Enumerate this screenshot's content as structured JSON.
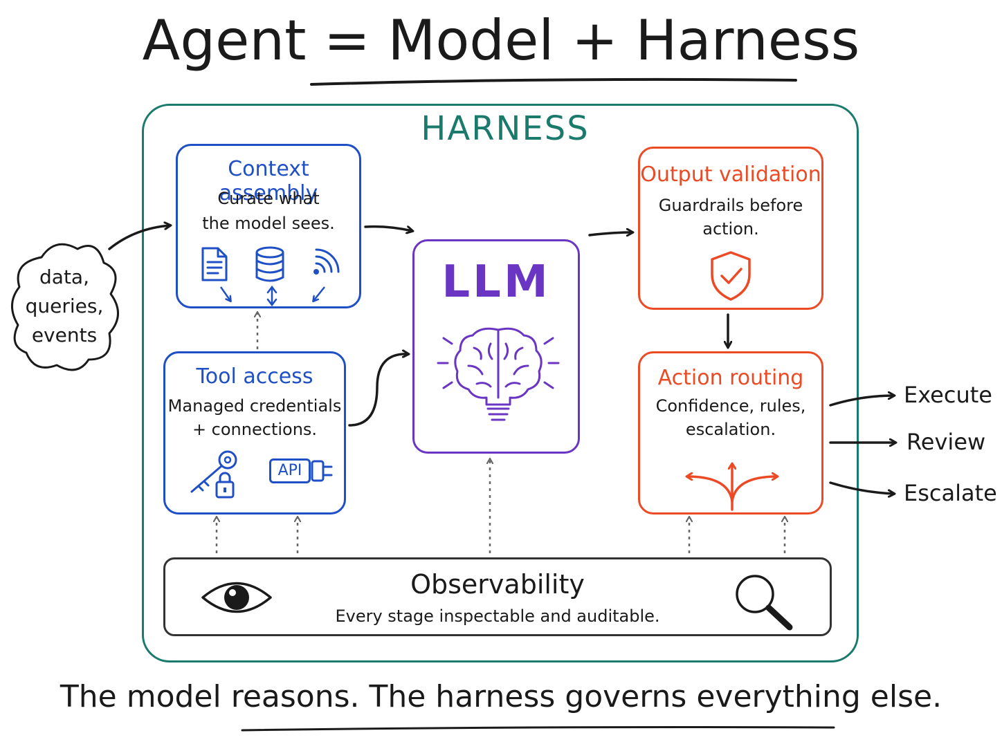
{
  "title": "Agent = Model + Harness",
  "harness_label": "HARNESS",
  "input": {
    "lines": [
      "data,",
      "queries,",
      "events"
    ]
  },
  "context_assembly": {
    "title": "Context assembly",
    "desc_line1": "Curate what",
    "desc_line2": "the model sees.",
    "icons": [
      "document-icon",
      "database-icon",
      "signal-icon"
    ]
  },
  "tool_access": {
    "title": "Tool access",
    "desc_line1": "Managed credentials",
    "desc_line2": "+ connections.",
    "icons": [
      "key-lock-icon",
      "api-plug-icon"
    ],
    "api_label": "API"
  },
  "llm": {
    "title": "LLM",
    "icon": "brain-lightbulb-icon"
  },
  "output_validation": {
    "title": "Output validation",
    "desc_line1": "Guardrails before",
    "desc_line2": "action.",
    "icon": "shield-check-icon"
  },
  "action_routing": {
    "title": "Action routing",
    "desc_line1": "Confidence, rules,",
    "desc_line2": "escalation.",
    "icon": "split-arrows-icon"
  },
  "outputs": [
    "Execute",
    "Review",
    "Escalate"
  ],
  "observability": {
    "title": "Observability",
    "desc": "Every stage inspectable and auditable.",
    "icons": [
      "eye-icon",
      "magnifier-icon"
    ]
  },
  "footer": "The model reasons. The harness governs everything else.",
  "colors": {
    "teal": "#1a7a6c",
    "blue": "#1f4fc4",
    "purple": "#6a35c2",
    "red": "#ec4a25",
    "ink": "#1a1a1a"
  }
}
